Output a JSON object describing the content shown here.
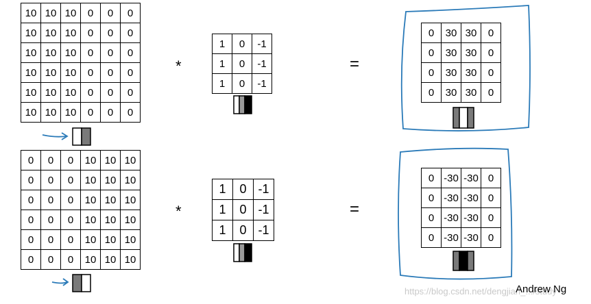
{
  "top_row": {
    "input_matrix": [
      [
        "10",
        "10",
        "10",
        "0",
        "0",
        "0"
      ],
      [
        "10",
        "10",
        "10",
        "0",
        "0",
        "0"
      ],
      [
        "10",
        "10",
        "10",
        "0",
        "0",
        "0"
      ],
      [
        "10",
        "10",
        "10",
        "0",
        "0",
        "0"
      ],
      [
        "10",
        "10",
        "10",
        "0",
        "0",
        "0"
      ],
      [
        "10",
        "10",
        "10",
        "0",
        "0",
        "0"
      ]
    ],
    "operator": "*",
    "filter_matrix": [
      [
        "1",
        "0",
        "-1"
      ],
      [
        "1",
        "0",
        "-1"
      ],
      [
        "1",
        "0",
        "-1"
      ]
    ],
    "equals": "=",
    "output_matrix": [
      [
        "0",
        "30",
        "30",
        "0"
      ],
      [
        "0",
        "30",
        "30",
        "0"
      ],
      [
        "0",
        "30",
        "30",
        "0"
      ],
      [
        "0",
        "30",
        "30",
        "0"
      ]
    ]
  },
  "bottom_row": {
    "input_matrix": [
      [
        "0",
        "0",
        "0",
        "10",
        "10",
        "10"
      ],
      [
        "0",
        "0",
        "0",
        "10",
        "10",
        "10"
      ],
      [
        "0",
        "0",
        "0",
        "10",
        "10",
        "10"
      ],
      [
        "0",
        "0",
        "0",
        "10",
        "10",
        "10"
      ],
      [
        "0",
        "0",
        "0",
        "10",
        "10",
        "10"
      ],
      [
        "0",
        "0",
        "0",
        "10",
        "10",
        "10"
      ]
    ],
    "operator": "*",
    "filter_matrix": [
      [
        "1",
        "0",
        "-1"
      ],
      [
        "1",
        "0",
        "-1"
      ],
      [
        "1",
        "0",
        "-1"
      ]
    ],
    "equals": "=",
    "output_matrix": [
      [
        "0",
        "-30",
        "-30",
        "0"
      ],
      [
        "0",
        "-30",
        "-30",
        "0"
      ],
      [
        "0",
        "-30",
        "-30",
        "0"
      ],
      [
        "0",
        "-30",
        "-30",
        "0"
      ]
    ]
  },
  "credit": "Andrew Ng",
  "watermark": "https://blog.csdn.net/dengjian_.../study",
  "colors": {
    "annotation_blue": "#2a7ab8",
    "dark_gray": "#7a7a7a",
    "black": "#000000"
  }
}
